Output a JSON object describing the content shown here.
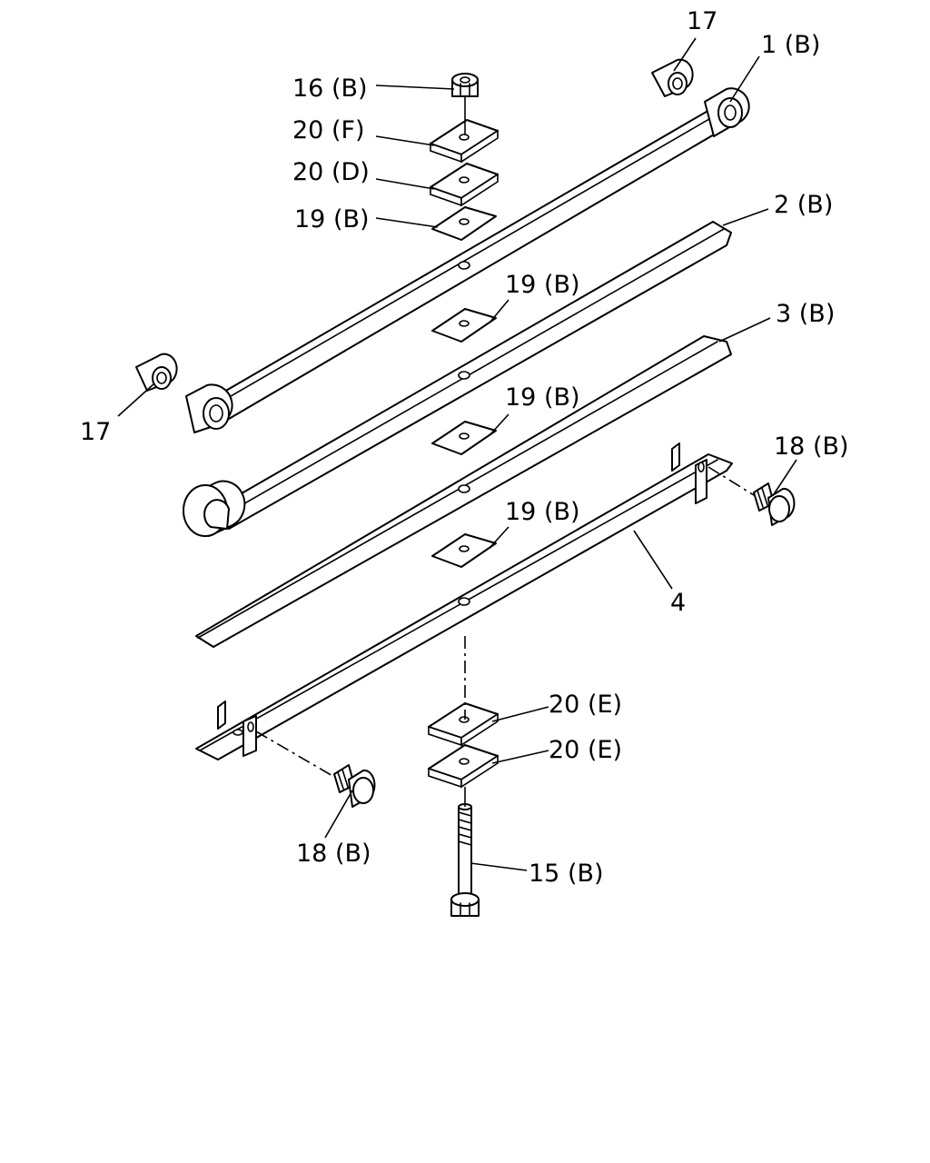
{
  "callouts": {
    "c17_top": "17",
    "c1b": "1 (B)",
    "c16b": "16 (B)",
    "c20f": "20 (F)",
    "c20d": "20 (D)",
    "c19b_1": "19 (B)",
    "c2b": "2 (B)",
    "c19b_2": "19 (B)",
    "c3b": "3 (B)",
    "c17_left": "17",
    "c19b_3": "19 (B)",
    "c18b_right": "18 (B)",
    "c19b_4": "19 (B)",
    "c4": "4",
    "c20e_1": "20 (E)",
    "c20e_2": "20 (E)",
    "c18b_left": "18 (B)",
    "c15b": "15 (B)"
  }
}
